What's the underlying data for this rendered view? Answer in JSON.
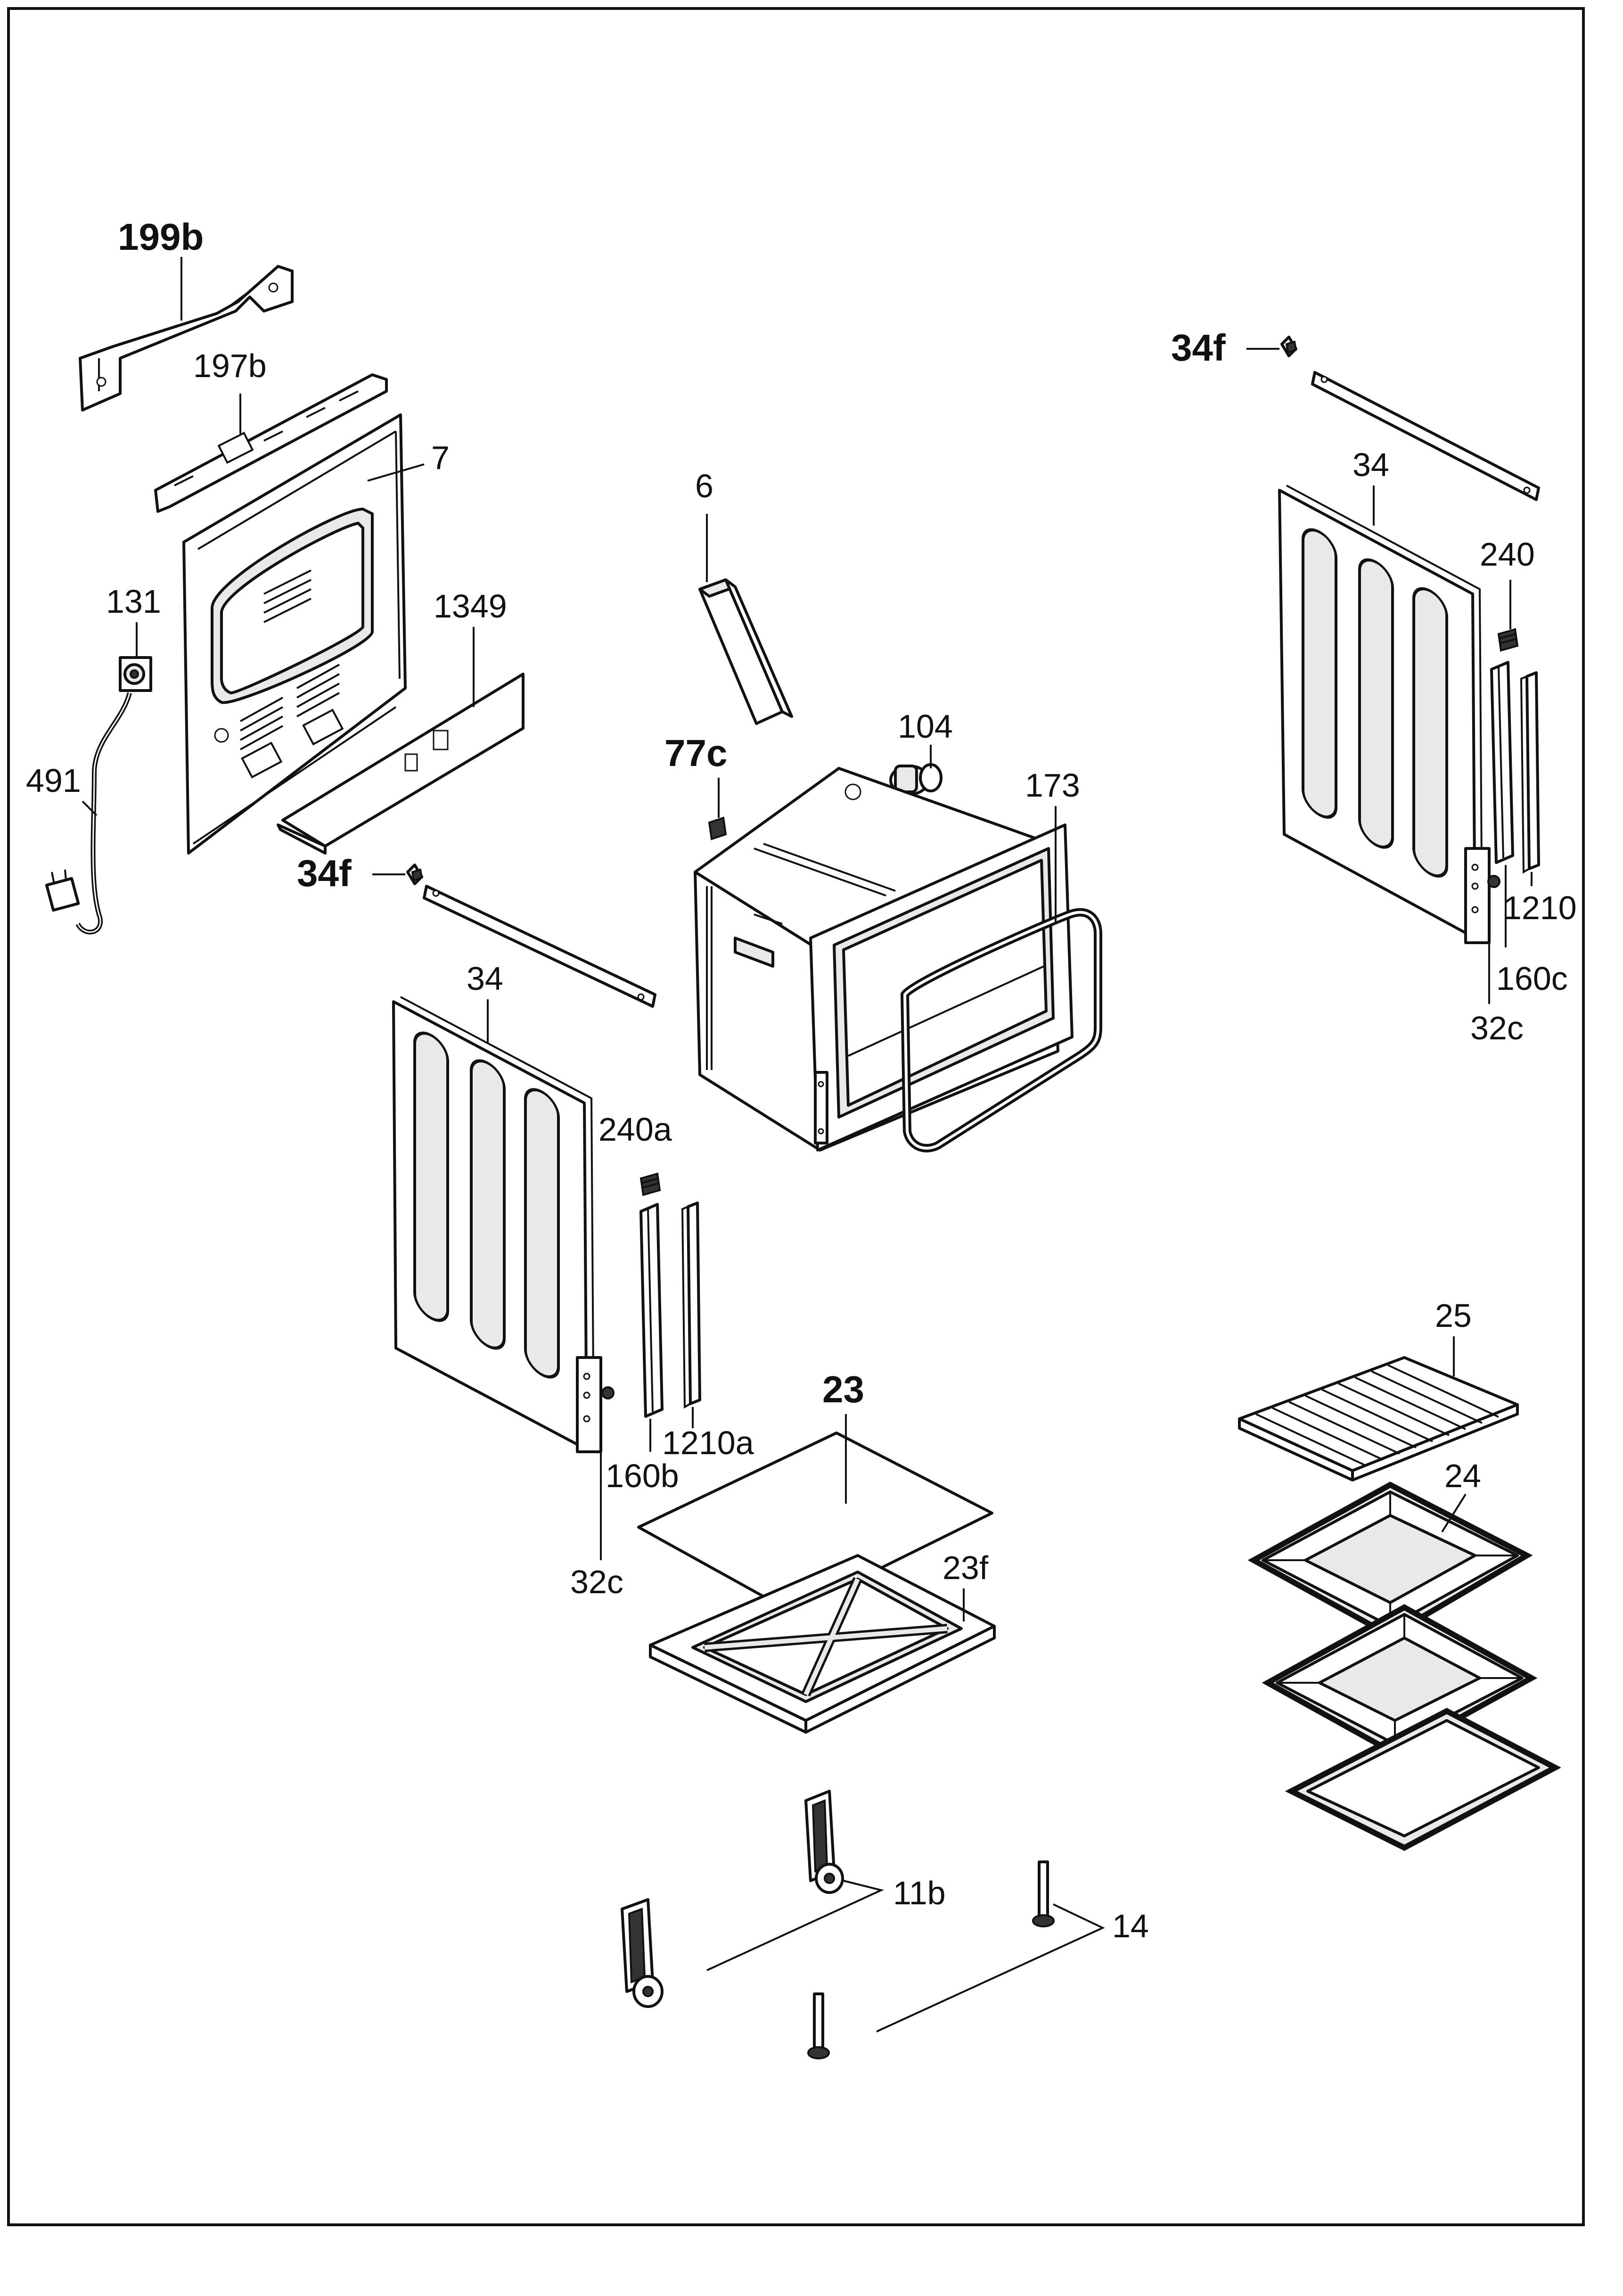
{
  "diagram": {
    "labels": {
      "p199b": "199b",
      "p197b": "197b",
      "p7": "7",
      "p131": "131",
      "p1349": "1349",
      "p491": "491",
      "p34f_left": "34f",
      "p34_left": "34",
      "p240a": "240a",
      "p1210a": "1210a",
      "p160b": "160b",
      "p32c_left": "32c",
      "p6": "6",
      "p104": "104",
      "p77c": "77c",
      "p173": "173",
      "p23": "23",
      "p23f": "23f",
      "p34f_right": "34f",
      "p34_right": "34",
      "p240": "240",
      "p1210": "1210",
      "p160c": "160c",
      "p32c_right": "32c",
      "p25": "25",
      "p24": "24",
      "p11b": "11b",
      "p14": "14"
    }
  }
}
